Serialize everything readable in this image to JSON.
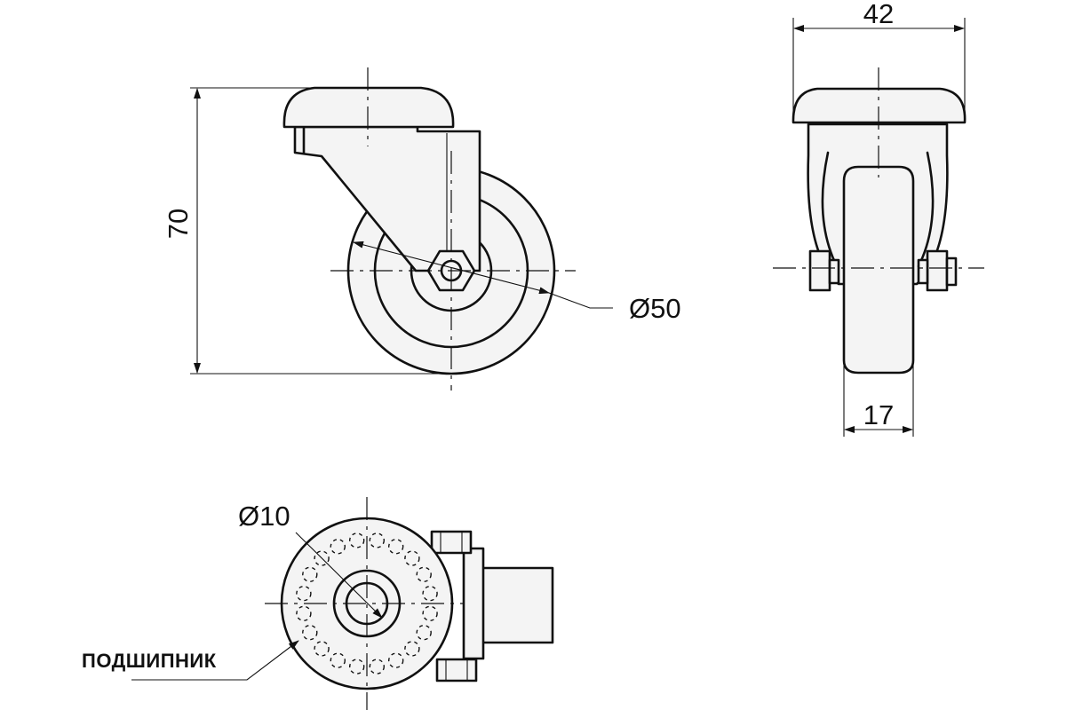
{
  "dimensions": {
    "height_label": "70",
    "wheel_diameter_label": "Ø50",
    "overall_width_label": "42",
    "wheel_width_label": "17",
    "axle_diameter_label": "Ø10"
  },
  "callouts": {
    "bearing_label": "ПОДШИПНИК"
  },
  "colors": {
    "line": "#111111",
    "fill": "#f4f4f4",
    "background": "#ffffff"
  }
}
